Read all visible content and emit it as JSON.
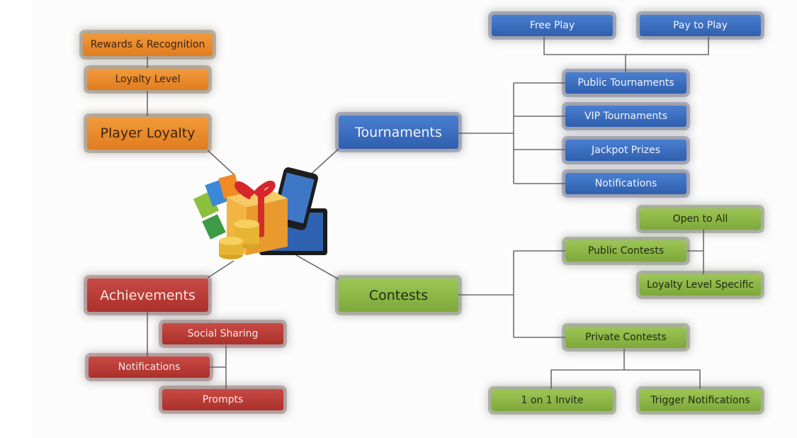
{
  "diagram": {
    "type": "mind-map",
    "colors": {
      "tournaments": "#3c6fc2",
      "contests": "#8bb646",
      "loyalty": "#ea8a2b",
      "achievements": "#bb3d37",
      "connector": "#6d6d6d",
      "background": "#fcfcfc"
    },
    "center": {
      "icon": "gift-coins-devices-icon"
    },
    "branches": {
      "loyalty": {
        "label": "Player Loyalty",
        "children": [
          "Loyalty Level",
          "Rewards & Recognition"
        ]
      },
      "tournaments": {
        "label": "Tournaments",
        "children": [
          "Public Tournaments",
          "VIP Tournaments",
          "Jackpot Prizes",
          "Notifications"
        ],
        "public_children": [
          "Free Play",
          "Pay to Play"
        ]
      },
      "contests": {
        "label": "Contests",
        "children": [
          "Public Contests",
          "Private Contests"
        ],
        "public_children": [
          "Open to All",
          "Loyalty Level Specific"
        ],
        "private_children": [
          "1 on 1 Invite",
          "Trigger Notifications"
        ]
      },
      "achievements": {
        "label": "Achievements",
        "children": [
          "Notifications",
          "Social Sharing",
          "Prompts"
        ]
      }
    }
  }
}
